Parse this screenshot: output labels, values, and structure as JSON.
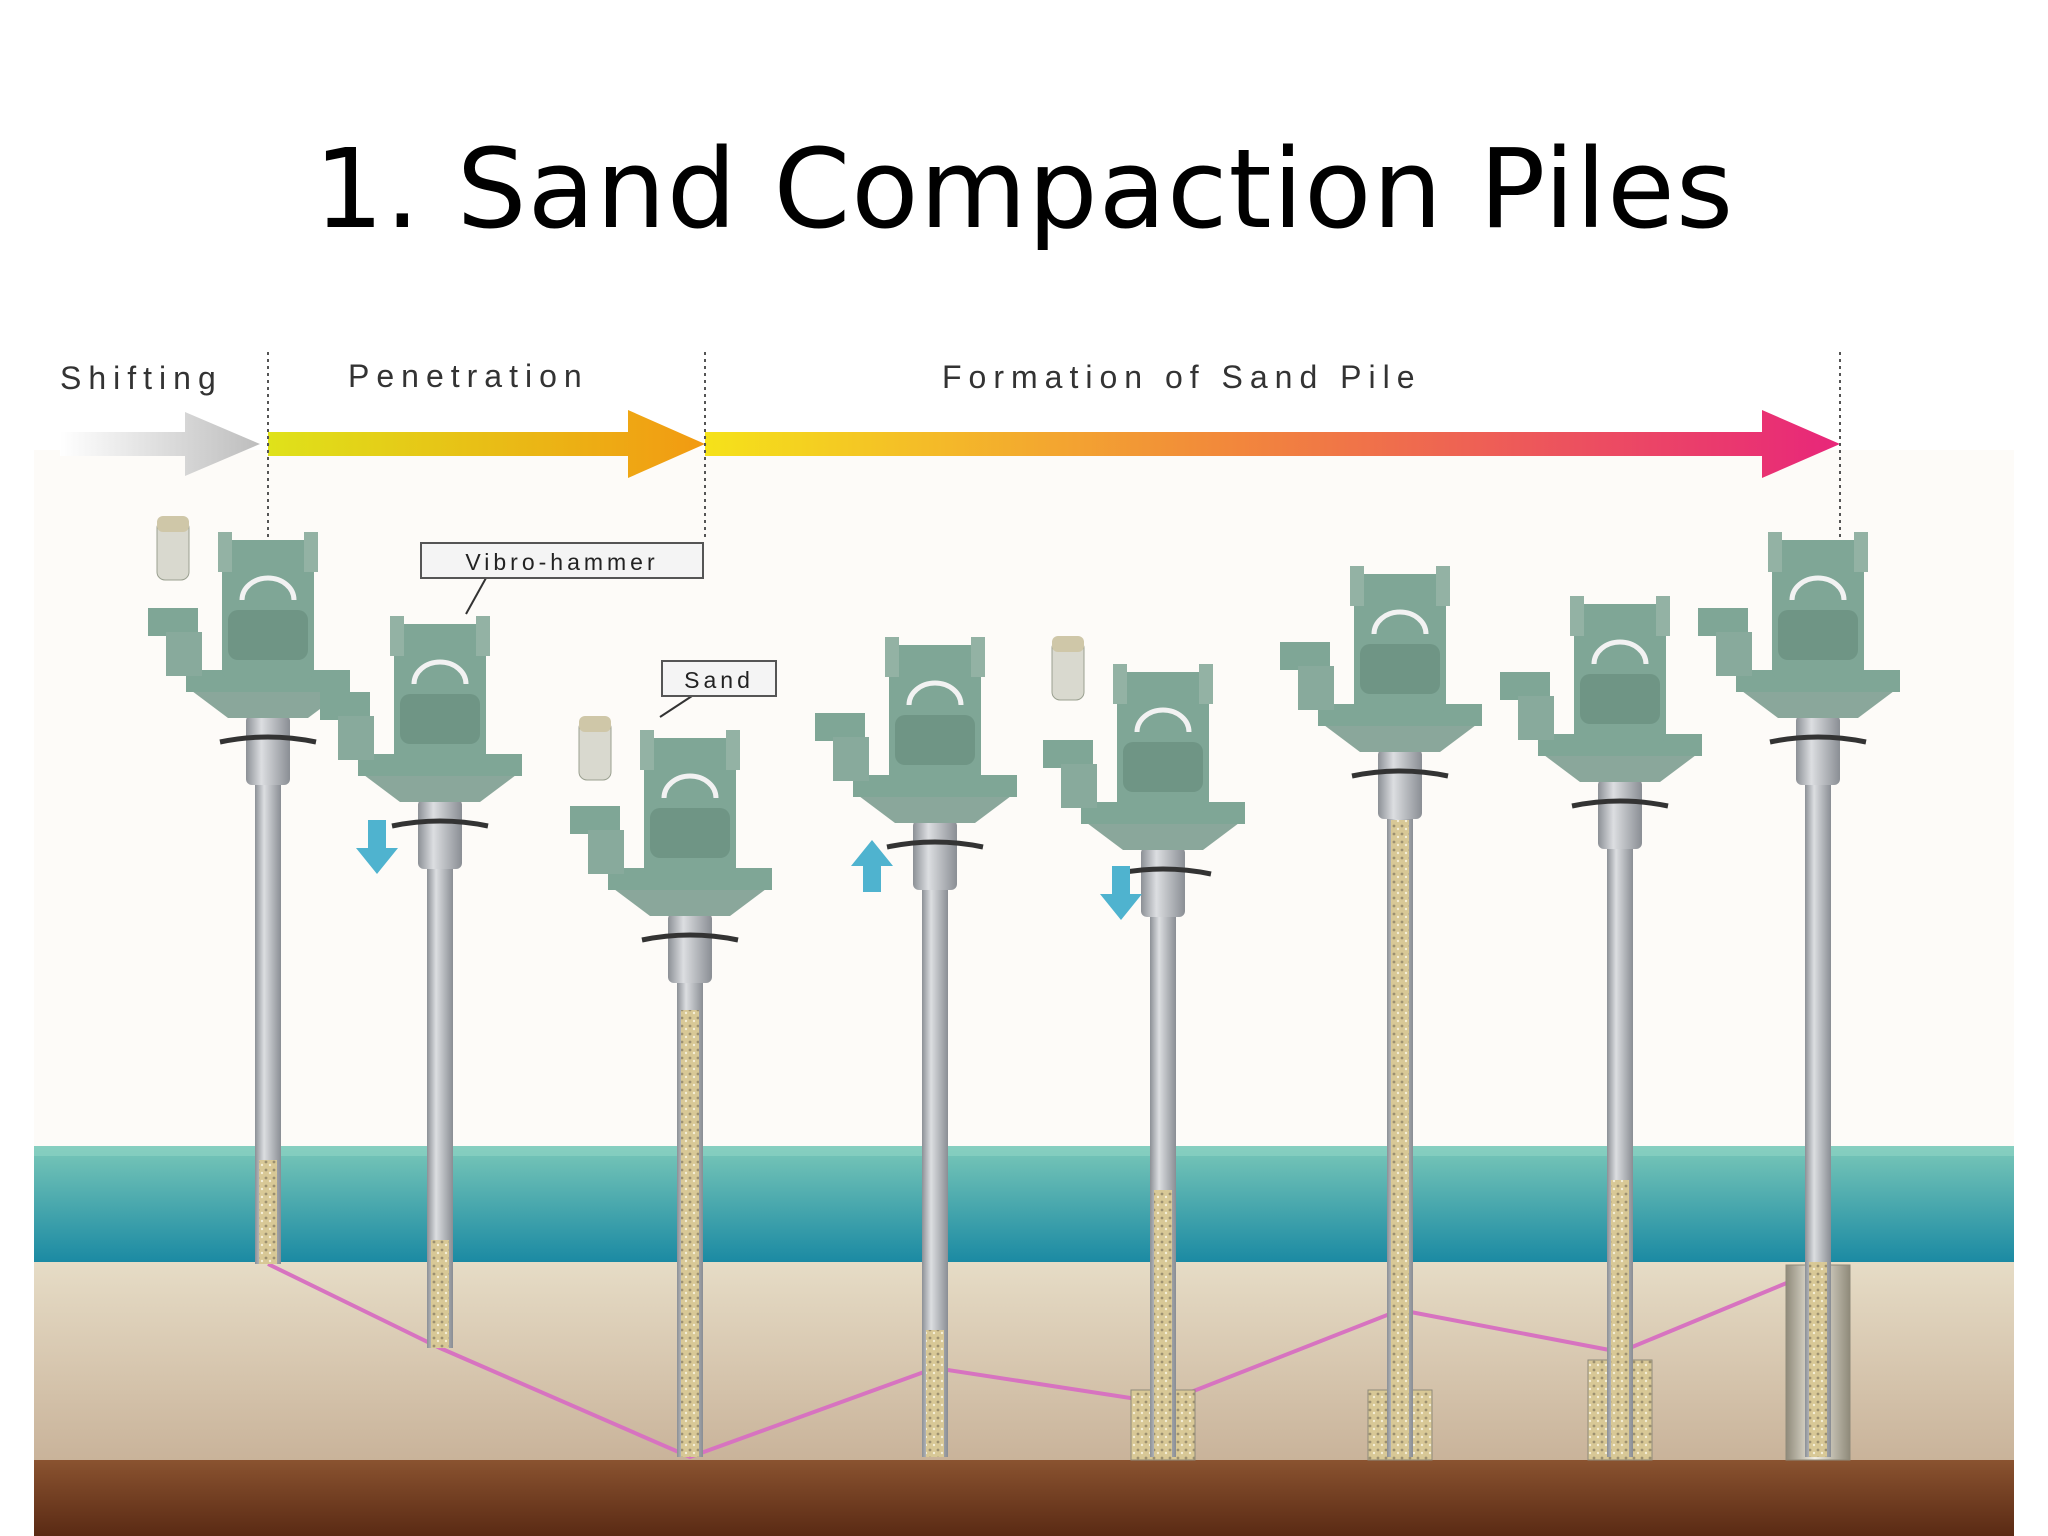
{
  "slide": {
    "title": "1. Sand Compaction Piles"
  },
  "stages": [
    {
      "id": "shifting",
      "label": "Shifting"
    },
    {
      "id": "penetration",
      "label": "Penetration"
    },
    {
      "id": "formation",
      "label": "Formation of Sand Pile"
    }
  ],
  "callouts": {
    "vibro_hammer": "Vibro-hammer",
    "sand": "Sand"
  },
  "colors": {
    "machine": "#7fa696",
    "casing": "#b3b6ba",
    "water_top": "#79c7b8",
    "water_bottom": "#1b8aa3",
    "ground": "#e3d8c1",
    "bedrock": "#6e3a1f",
    "sand": "#d8c896",
    "trace": "#d773c0",
    "direction_arrow": "#4fb3cf"
  },
  "steps": [
    {
      "step": 1,
      "motion": "none"
    },
    {
      "step": 2,
      "motion": "down"
    },
    {
      "step": 3,
      "motion": "none"
    },
    {
      "step": 4,
      "motion": "up"
    },
    {
      "step": 5,
      "motion": "down"
    },
    {
      "step": 6,
      "motion": "none"
    },
    {
      "step": 7,
      "motion": "none"
    },
    {
      "step": 8,
      "motion": "none"
    }
  ]
}
